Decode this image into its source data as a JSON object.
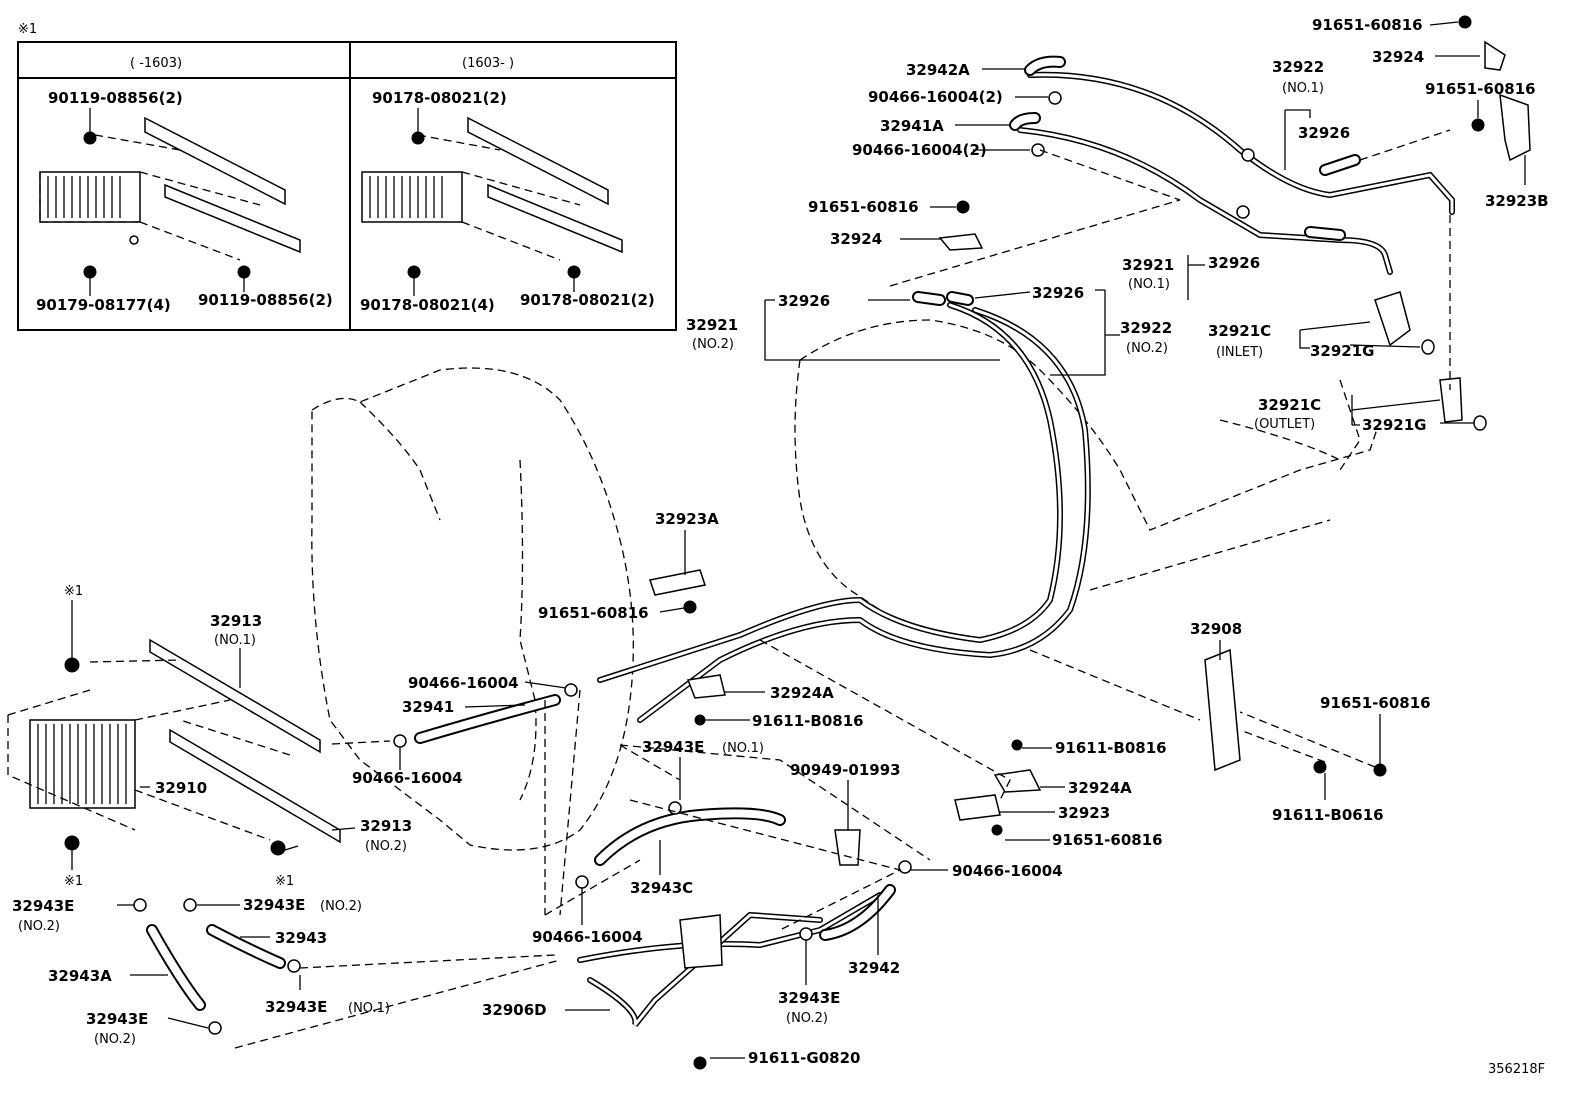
{
  "inset": {
    "note_mark": "※1",
    "left_col_header": "(      -1603)",
    "right_col_header": "(1603-      )",
    "left": {
      "top_bolt": "90119-08856(2)",
      "bottom_left": "90179-08177(4)",
      "bottom_right": "90119-08856(2)"
    },
    "right": {
      "top_bolt": "90178-08021(2)",
      "bottom_left": "90178-08021(4)",
      "bottom_right": "90178-08021(2)"
    }
  },
  "labels": {
    "p91651_60816_a": "91651-60816",
    "p32924_a": "32924",
    "p32942A": "32942A",
    "p90466_16004_2a": "90466-16004(2)",
    "p32922_no1": "32922",
    "p32922_no1_sub": "(NO.1)",
    "p32926_a": "32926",
    "p91651_60816_b": "91651-60816",
    "p32923B": "32923B",
    "p32941A": "32941A",
    "p90466_16004_2b": "90466-16004(2)",
    "p91651_60816_c": "91651-60816",
    "p32924_b": "32924",
    "p32921_no1": "32921",
    "p32921_no1_sub": "(NO.1)",
    "p32926_b": "32926",
    "p32926_c": "32926",
    "p32926_d": "32926",
    "p32921_no2": "32921",
    "p32921_no2_sub": "(NO.2)",
    "p32922_no2": "32922",
    "p32922_no2_sub": "(NO.2)",
    "p32921C_in": "32921C",
    "p32921C_in_sub": "(INLET)",
    "p32921G_a": "32921G",
    "p32921C_out": "32921C",
    "p32921C_out_sub": "(OUTLET)",
    "p32921G_b": "32921G",
    "p32923A": "32923A",
    "p91651_60816_d": "91651-60816",
    "p32908": "32908",
    "p91651_60816_e": "91651-60816",
    "p91611_B0616": "91611-B0616",
    "p90466_16004_c": "90466-16004",
    "p32941": "32941",
    "p90466_16004_d": "90466-16004",
    "p32924A_a": "32924A",
    "p91611_B0816_a": "91611-B0816",
    "p91611_B0816_b": "91611-B0816",
    "p32924A_b": "32924A",
    "p32923": "32923",
    "p91651_60816_f": "91651-60816",
    "p32943E_no1_a": "32943E",
    "p32943E_no1_a_sub": "(NO.1)",
    "p90949_01993": "90949-01993",
    "p32943C": "32943C",
    "p90466_16004_e": "90466-16004",
    "p90466_16004_f": "90466-16004",
    "p32942": "32942",
    "p32943E_no2_c": "32943E",
    "p32943E_no2_c_sub": "(NO.2)",
    "p32906D": "32906D",
    "p91611_G0820": "91611-G0820",
    "p32913_no1": "32913",
    "p32913_no1_sub": "(NO.1)",
    "p32913_no2": "32913",
    "p32913_no2_sub": "(NO.2)",
    "p32910": "32910",
    "mark_a": "※1",
    "mark_b": "※1",
    "mark_c": "※1",
    "p32943E_no2_a": "32943E",
    "p32943E_no2_a_sub": "(NO.2)",
    "p32943E_no2_b": "32943E",
    "p32943E_no2_b_sub": "(NO.2)",
    "p32943": "32943",
    "p32943A": "32943A",
    "p32943E_no1_b": "32943E",
    "p32943E_no1_b_sub": "(NO.1)",
    "p32943E_no2_d": "32943E",
    "p32943E_no2_d_sub": "(NO.2)",
    "illustration_id": "356218F"
  }
}
